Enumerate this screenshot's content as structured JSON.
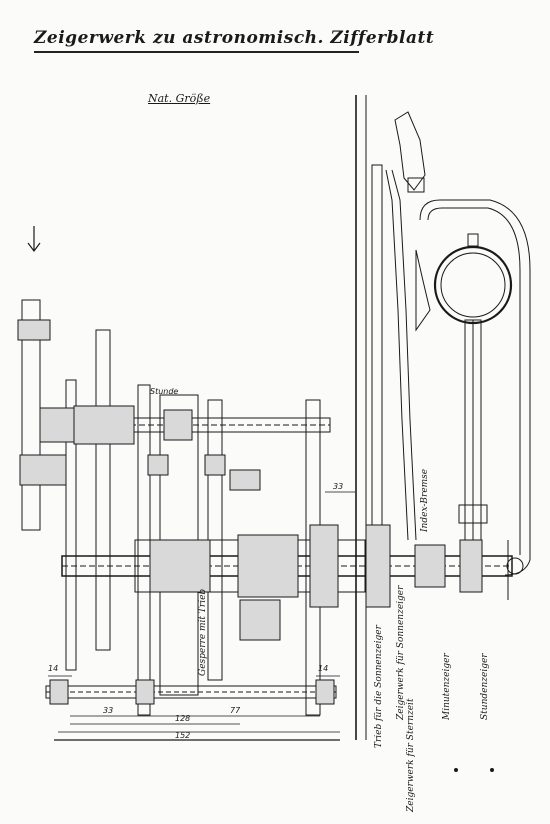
{
  "title": "Zeigerwerk zu astronomisch. Zifferblatt",
  "subtitle": "Nat. Größe",
  "dimensions": {
    "d1": "33",
    "d2": "128",
    "d3": "77",
    "d4": "152",
    "d5": "14",
    "d6": "14",
    "d7": "33"
  },
  "annotations": {
    "gesperre": "Gesperre mit Trieb",
    "stunde": "Stunde",
    "indexbremse": "Index-Bremse"
  },
  "vertical_labels": {
    "l1": "Trieb für die Sonnenzeiger",
    "l2": "Zeigerwerk für Sonnenzeiger",
    "l3": "Minutenzeiger",
    "l4": "Stundenzeiger"
  },
  "footer_label": "Zeigerwerk für Sternzeit"
}
